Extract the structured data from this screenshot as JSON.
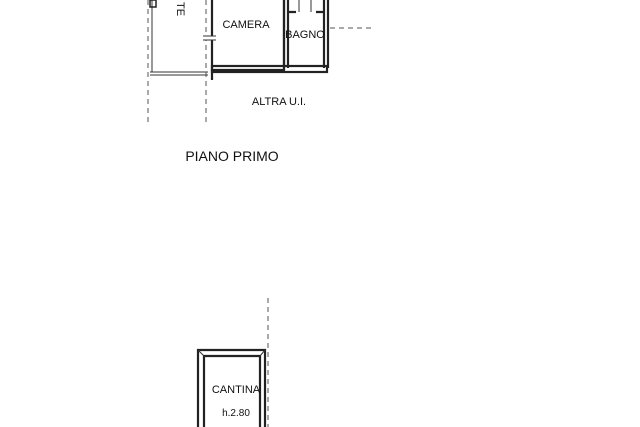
{
  "floor_plan": {
    "upper": {
      "partial_label": "TE",
      "rooms": {
        "camera": "CAMERA",
        "bagno": "BAGNO"
      },
      "neighbor_label": "ALTRA U.I.",
      "floor_caption": "PIANO PRIMO"
    },
    "lower": {
      "room": "CANTINA",
      "height": "h.2.80"
    }
  }
}
